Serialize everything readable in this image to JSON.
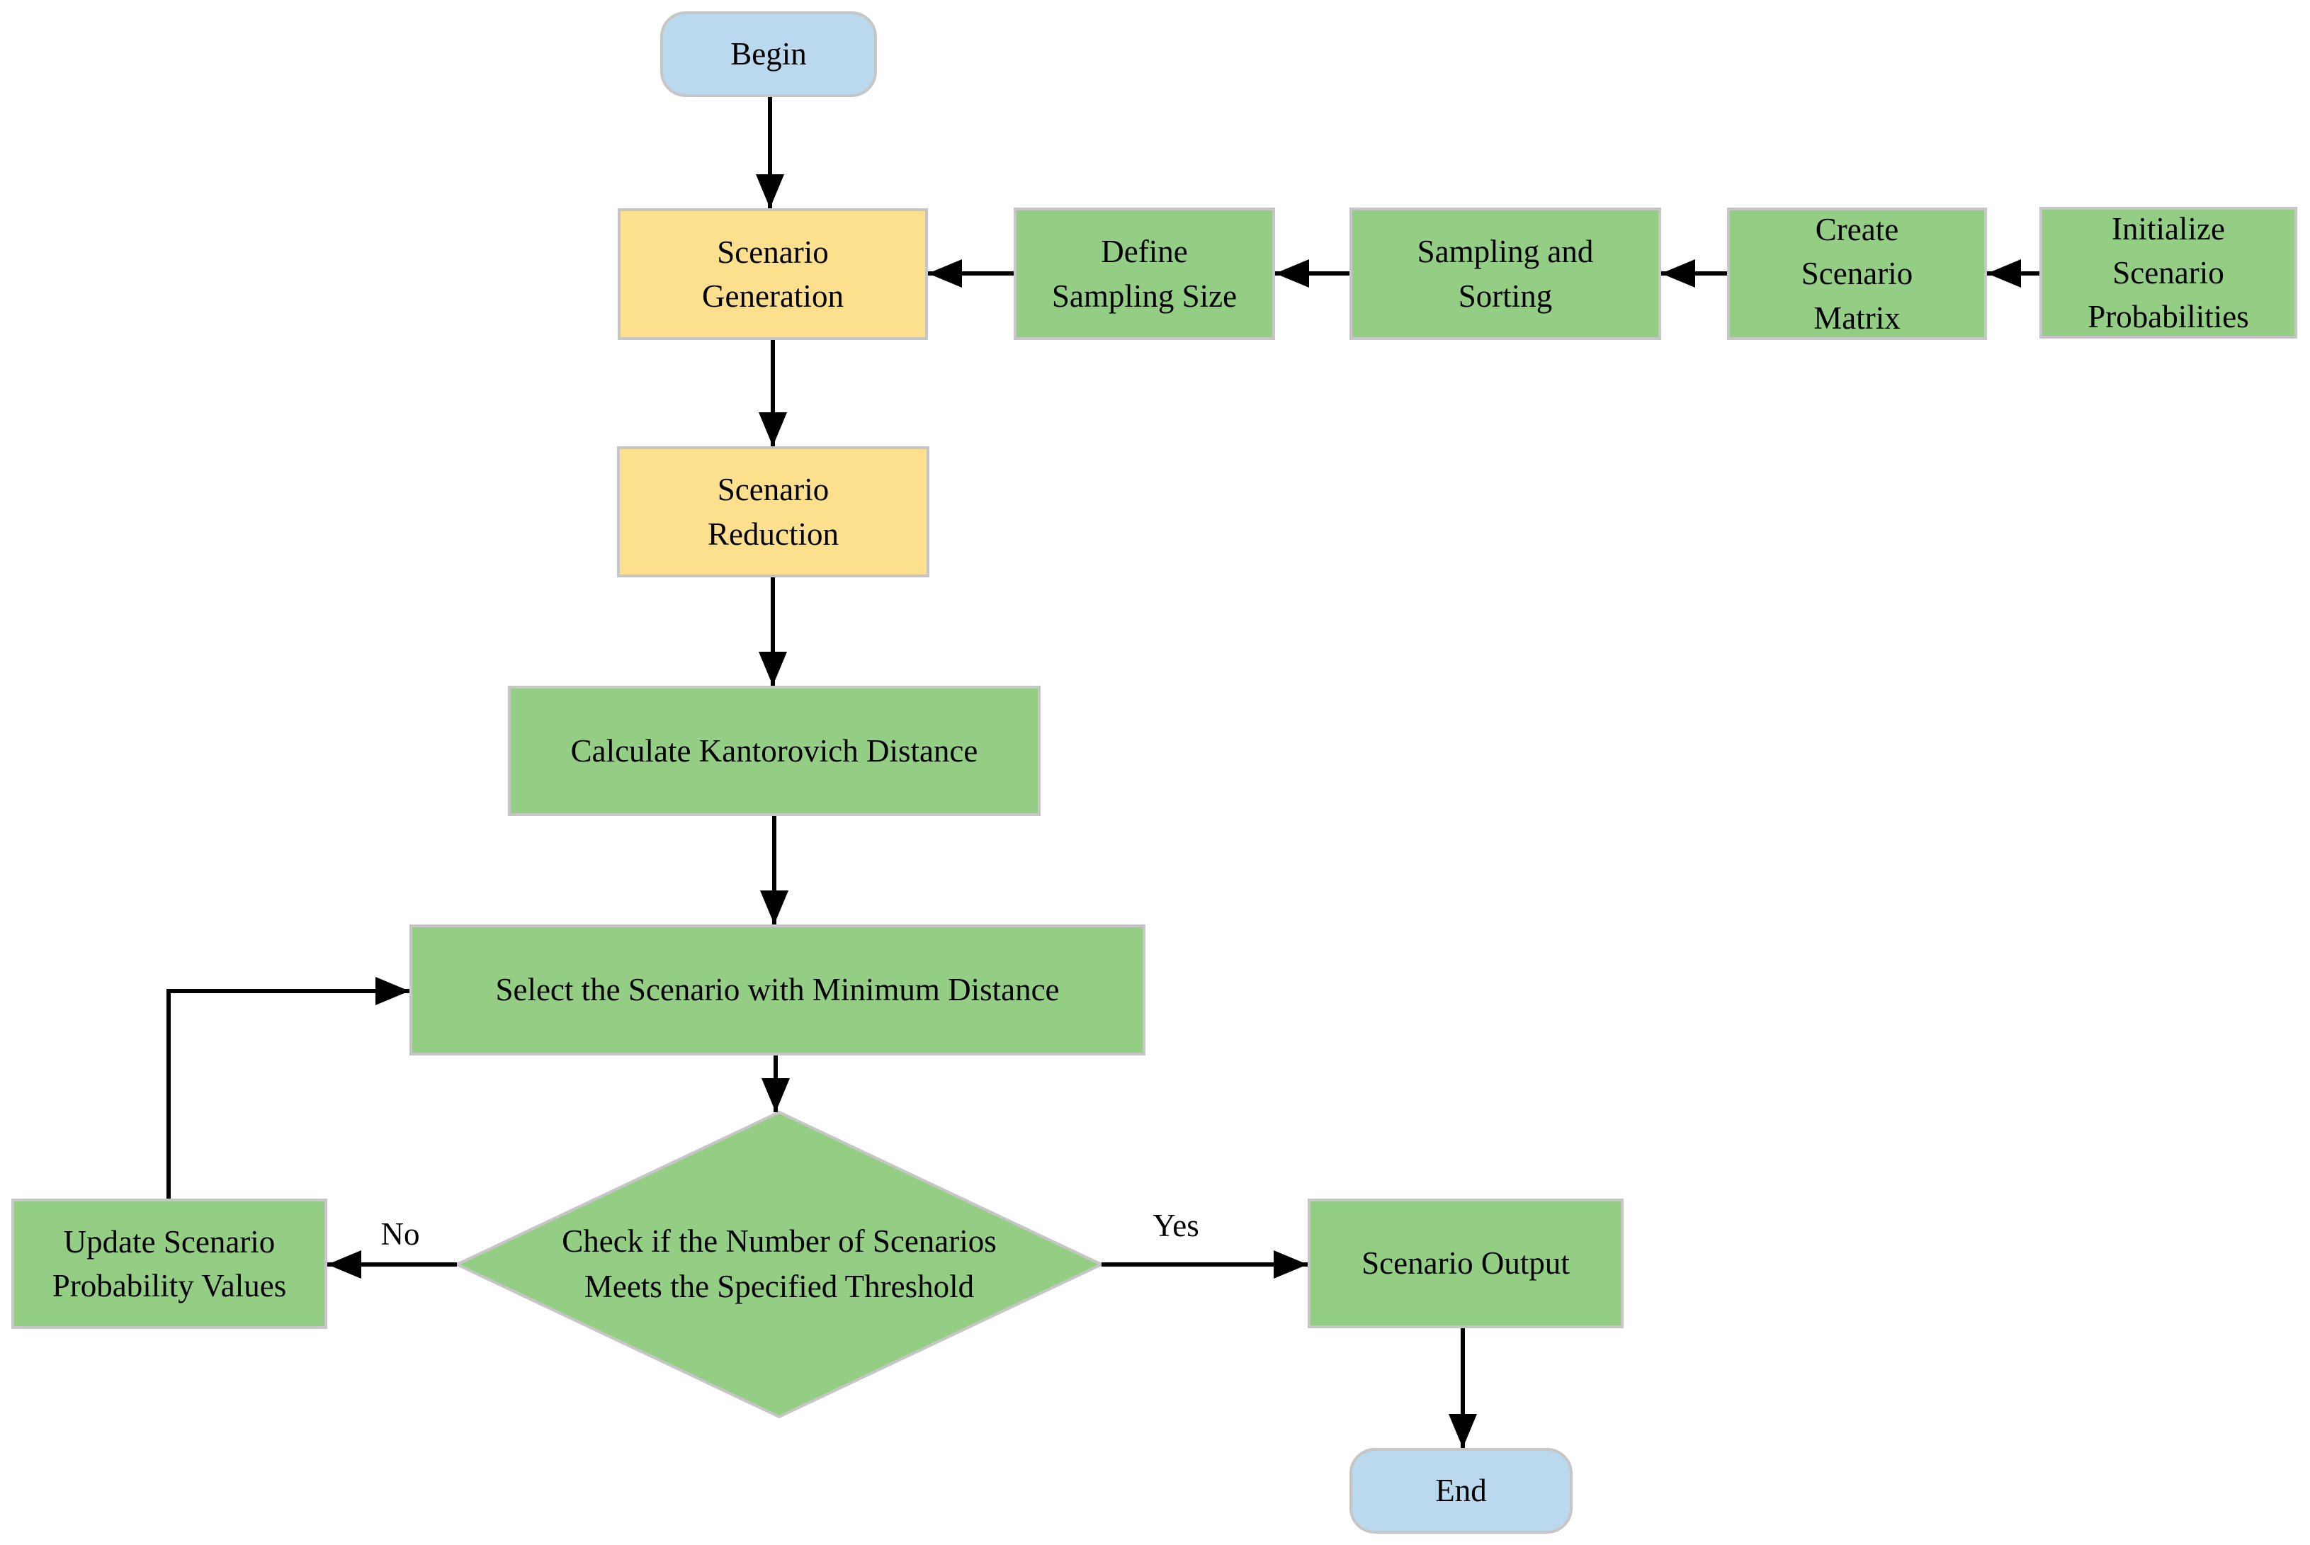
{
  "flowchart": {
    "nodes": {
      "begin": {
        "label": "Begin",
        "shape": "terminator",
        "fill": "terminal_fill"
      },
      "scenario_generation": {
        "label": "Scenario\nGeneration",
        "shape": "process",
        "fill": "accent_fill"
      },
      "define_sampling_size": {
        "label": "Define\nSampling Size",
        "shape": "process",
        "fill": "process_fill"
      },
      "sampling_and_sorting": {
        "label": "Sampling and\nSorting",
        "shape": "process",
        "fill": "process_fill"
      },
      "create_scenario_matrix": {
        "label": "Create\nScenario\nMatrix",
        "shape": "process",
        "fill": "process_fill"
      },
      "initialize_scenario_probabilities": {
        "label": "Initialize\nScenario\nProbabilities",
        "shape": "process",
        "fill": "process_fill"
      },
      "scenario_reduction": {
        "label": "Scenario\nReduction",
        "shape": "process",
        "fill": "accent_fill"
      },
      "calculate_kantorovich_distance": {
        "label": "Calculate Kantorovich Distance",
        "shape": "process",
        "fill": "process_fill"
      },
      "select_minimum_distance": {
        "label": "Select the Scenario with Minimum Distance",
        "shape": "process",
        "fill": "process_fill"
      },
      "threshold_check": {
        "label": "Check if the Number of Scenarios\nMeets the Specified Threshold",
        "shape": "decision",
        "fill": "process_fill"
      },
      "update_probability_values": {
        "label": "Update Scenario\nProbability Values",
        "shape": "process",
        "fill": "process_fill"
      },
      "scenario_output": {
        "label": "Scenario Output",
        "shape": "process",
        "fill": "process_fill"
      },
      "end": {
        "label": "End",
        "shape": "terminator",
        "fill": "terminal_fill"
      }
    },
    "edge_labels": {
      "no": "No",
      "yes": "Yes"
    },
    "edges": [
      {
        "from": "begin",
        "to": "scenario_generation"
      },
      {
        "from": "initialize_scenario_probabilities",
        "to": "create_scenario_matrix"
      },
      {
        "from": "create_scenario_matrix",
        "to": "sampling_and_sorting"
      },
      {
        "from": "sampling_and_sorting",
        "to": "define_sampling_size"
      },
      {
        "from": "define_sampling_size",
        "to": "scenario_generation"
      },
      {
        "from": "scenario_generation",
        "to": "scenario_reduction"
      },
      {
        "from": "scenario_reduction",
        "to": "calculate_kantorovich_distance"
      },
      {
        "from": "calculate_kantorovich_distance",
        "to": "select_minimum_distance"
      },
      {
        "from": "select_minimum_distance",
        "to": "threshold_check"
      },
      {
        "from": "threshold_check",
        "to": "update_probability_values",
        "label": "No"
      },
      {
        "from": "update_probability_values",
        "to": "select_minimum_distance"
      },
      {
        "from": "threshold_check",
        "to": "scenario_output",
        "label": "Yes"
      },
      {
        "from": "scenario_output",
        "to": "end"
      }
    ],
    "colors": {
      "process_fill": "#94CE85",
      "accent_fill": "#FCE08E",
      "terminal_fill": "#BAD8EE",
      "border": "#C6C6C6",
      "arrow": "#000000",
      "text": "#000000",
      "background": "#FFFFFF"
    }
  }
}
